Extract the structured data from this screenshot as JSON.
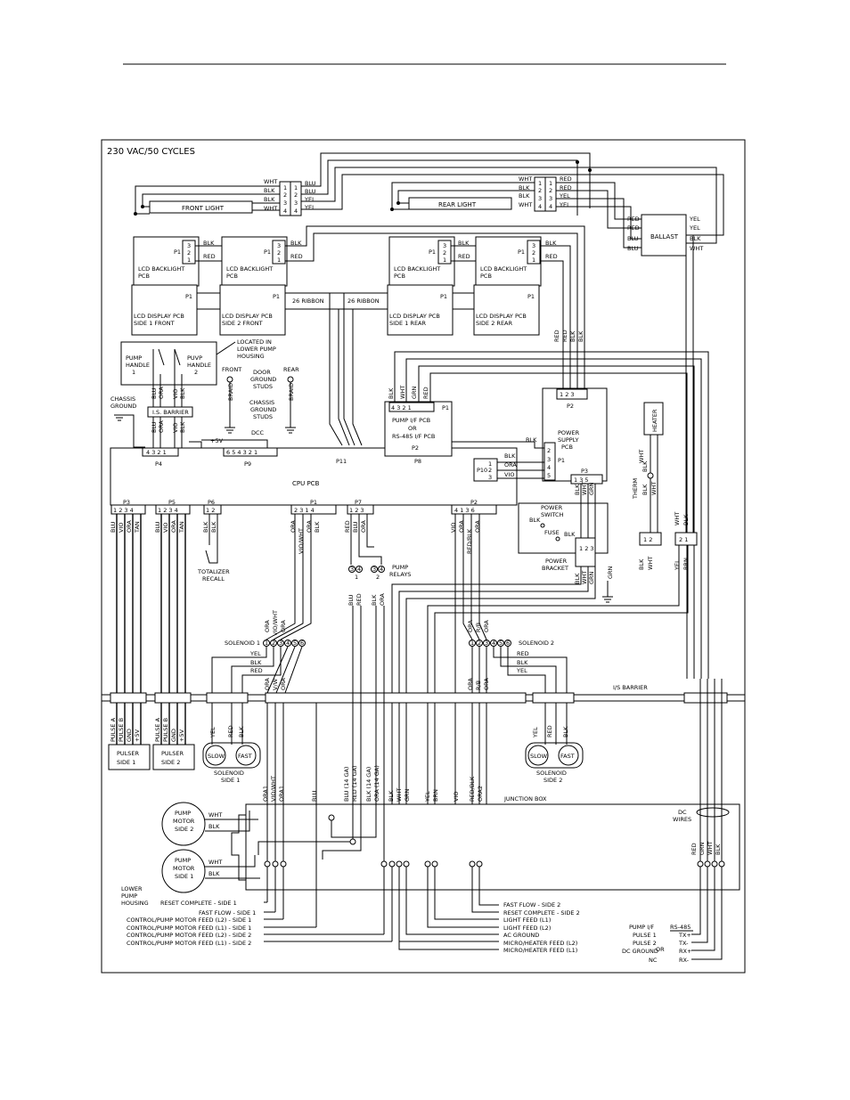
{
  "title": "230 VAC/50 CYCLES",
  "lights": {
    "front": "FRONT LIGHT",
    "rear": "REAR LIGHT",
    "ballast": "BALLAST"
  },
  "pcb": {
    "lcd_backlight": "LCD BACKLIGHT",
    "pcb": "PCB",
    "lcd_display": "LCD DISPLAY PCB",
    "side1_front": "SIDE 1 FRONT",
    "side2_front": "SIDE 2 FRONT",
    "side1_rear": "SIDE 1 REAR",
    "side2_rear": "SIDE 2 REAR",
    "ribbon": "26 RIBBON",
    "cpu": "CPU PCB",
    "pump_if_l1": "PUMP I/F PCB",
    "pump_if_l2": "OR",
    "pump_if_l3": "RS-485 I/F PCB",
    "power_supply_l1": "POWER",
    "power_supply_l2": "SUPPLY",
    "power_supply_l3": "PCB",
    "heater": "HEATER",
    "ls_barrier": "I.S. BARRIER",
    "is_barrier": "I/S BARRIER",
    "junction_box": "JUNCTION BOX"
  },
  "labels": {
    "pump_handle_1_a": "PUMP",
    "pump_handle_1_b": "HANDLE",
    "pump_handle_1_c": "1",
    "pump_handle_2_a": "PUVP",
    "pump_handle_2_b": "HANDLE",
    "pump_handle_2_c": "2",
    "located_l1": "LOCATED IN",
    "located_l2": "LOWER PUMP",
    "located_l3": "HOUSING",
    "front": "FRONT",
    "rear": "REAR",
    "door_l1": "DOOR",
    "door_l2": "GROUND",
    "door_l3": "STUDS",
    "chassis_l1": "CHASSIS",
    "chassis_l2": "GROUND",
    "chassis_l3": "STUDS",
    "chassis_ground_l1": "CHASSIS",
    "chassis_ground_l2": "GROUND",
    "braid": "BRAID",
    "plus5v": "+5V",
    "dcc": "DCC",
    "totalizer_l1": "TOTALIZER",
    "totalizer_l2": "RECALL",
    "pump_relays_l1": "PUMP",
    "pump_relays_l2": "RELAYS",
    "solenoid1": "SOLENOID 1",
    "solenoid2": "SOLENOID 2",
    "power_switch_l1": "POWER",
    "power_switch_l2": "SWITCH",
    "fuse": "FUSE",
    "power_bracket_l1": "POWER",
    "power_bracket_l2": "BRACKET",
    "therm": "THERM",
    "pulser": "PULSER",
    "side1": "SIDE 1",
    "side2": "SIDE 2",
    "solenoid": "SOLENOID",
    "slow": "SLOW",
    "fast": "FAST",
    "pump_motor_l1": "PUMP",
    "pump_motor_l2": "MOTOR",
    "lower_pump_l1": "LOWER",
    "lower_pump_l2": "PUMP",
    "lower_pump_l3": "HOUSING",
    "dc_wires_l1": "DC",
    "dc_wires_l2": "WIRES"
  },
  "connectors": {
    "p1": "P1",
    "p2": "P2",
    "p3": "P3",
    "p4": "P4",
    "p5": "P5",
    "p6": "P6",
    "p7": "P7",
    "p8": "P8",
    "p9": "P9",
    "p10": "P10",
    "p11": "P11"
  },
  "wires": {
    "blk": "BLK",
    "blu": "BLU",
    "red": "RED",
    "wht": "WHT",
    "yel": "YEL",
    "ora": "ORA",
    "vio": "VIO",
    "tan": "TAN",
    "grn": "GRN",
    "brn": "BRN",
    "vio_wht": "VIO/WHT",
    "red_blk": "RED/BLK",
    "v_w": "V/W",
    "r_b": "R/B",
    "ora2": "ORA2",
    "ora1": "ORA1",
    "gnd": "GND",
    "plus5v": "+5V",
    "pulse_a": "PULSE A",
    "pulse_b": "PULSE B",
    "blu_14ga": "BLU  (14 GA)",
    "red_14ga": "RED  (14 GA)",
    "blk_14ga": "BLK  (14 GA)",
    "ora_14ga": "ORA  (14 GA)"
  },
  "legend_left": [
    "RESET COMPLETE - SIDE 1",
    "FAST FLOW - SIDE 1",
    "CONTROL/PUMP MOTOR FEED (L2) - SIDE 1",
    "CONTROL/PUMP MOTOR FEED (L1) - SIDE 1",
    "CONTROL/PUMP MOTOR FEED (L2) - SIDE 2",
    "CONTROL/PUMP MOTOR FEED (L1) - SIDE 2"
  ],
  "legend_right": [
    "FAST FLOW - SIDE 2",
    "RESET COMPLETE - SIDE 2",
    "LIGHT FEED (L1)",
    "LIGHT FEED (L2)",
    "AC GROUND",
    "MICRO/HEATER FEED (L2)",
    "MICRO/HEATER FEED (L1)"
  ],
  "pump_if_table": {
    "col1": "PUMP I/F",
    "col2": "RS-485",
    "or": "OR",
    "rows": [
      {
        "a": "PULSE 1",
        "b": "TX+"
      },
      {
        "a": "PULSE 2",
        "b": "TX-"
      },
      {
        "a": "DC GROUND",
        "b": "RX+"
      },
      {
        "a": "NC",
        "b": "RX-"
      }
    ]
  }
}
